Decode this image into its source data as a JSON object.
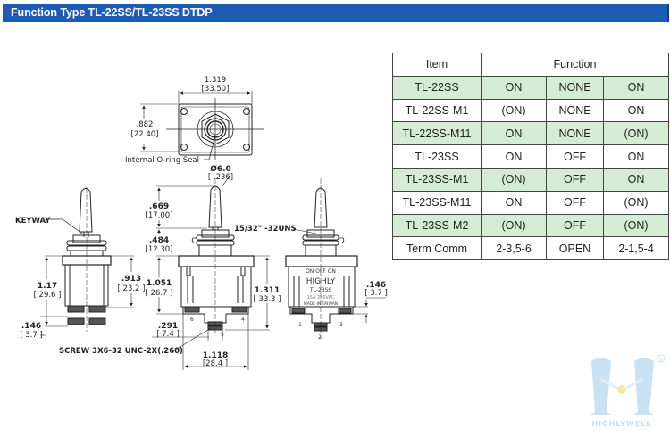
{
  "header": {
    "title": "Function Type TL-22SS/TL-23SS DTDP",
    "bar_color": "#1f5bb5"
  },
  "table": {
    "headers": {
      "item": "Item",
      "function": "Function"
    },
    "row_highlight_color": "#d5ecd4",
    "rows": [
      {
        "item": "TL-22SS",
        "pos1": "ON",
        "pos2": "NONE",
        "pos3": "ON",
        "highlight": true
      },
      {
        "item": "TL-22SS-M1",
        "pos1": "(ON)",
        "pos2": "NONE",
        "pos3": "ON",
        "highlight": false
      },
      {
        "item": "TL-22SS-M11",
        "pos1": "ON",
        "pos2": "NONE",
        "pos3": "(ON)",
        "highlight": true
      },
      {
        "item": "TL-23SS",
        "pos1": "ON",
        "pos2": "OFF",
        "pos3": "ON",
        "highlight": false
      },
      {
        "item": "TL-23SS-M1",
        "pos1": "(ON)",
        "pos2": "OFF",
        "pos3": "ON",
        "highlight": true
      },
      {
        "item": "TL-23SS-M11",
        "pos1": "ON",
        "pos2": "OFF",
        "pos3": "(ON)",
        "highlight": false
      },
      {
        "item": "TL-23SS-M2",
        "pos1": "(ON)",
        "pos2": "OFF",
        "pos3": "(ON)",
        "highlight": true
      },
      {
        "item": "Term Comm",
        "pos1": "2-3,5-6",
        "pos2": "OPEN",
        "pos3": "2-1,5-4",
        "highlight": false
      }
    ]
  },
  "drawing": {
    "top_view": {
      "width_in": "1.319",
      "width_mm": "[33.50]",
      "height_in": ".882",
      "height_mm": "[22.40]",
      "note": "Internal O-ring Seal"
    },
    "side_view": {
      "keyway": "KEYWAY",
      "height_in": "1.17",
      "height_mm": "[ 29.6 ]",
      "body_in": ".913",
      "body_mm": "[ 23.2 ]",
      "terminal_in": ".146",
      "terminal_mm": "[ 3.7 ]"
    },
    "front_view": {
      "tip_dia": "Ø6.0",
      "tip_dia_in": "[ .236]",
      "lever_in": ".669",
      "lever_mm": "[17.00]",
      "bushing_in": ".484",
      "bushing_mm": "[12.30]",
      "thread": "15/32\" -32UNS",
      "body_in": "1.051",
      "body_mm": "[ 26.7 ]",
      "total_in": "1.311",
      "total_mm": "[ 33.3 ]",
      "term_offset_in": ".291",
      "term_offset_mm": "[ 7.4 ]",
      "width_in": "1.118",
      "width_mm": "[28.4 ]",
      "screw_note": "SCREW 3X6-32 UNC-2X(.260)",
      "terminals": [
        "6",
        "5",
        "4"
      ]
    },
    "rear_view": {
      "label_positions": "ON  OFF  ON",
      "brand": "HIGHLY",
      "model": "TL-23SS",
      "rating": "15A 250VAC",
      "origin": "MADE IN TAIWAN",
      "terminal_in": ".146",
      "terminal_mm": "[ 3.7 ]",
      "terminals": [
        "1",
        "2",
        "3"
      ]
    }
  },
  "logo": {
    "text": "HIGHLYWELL",
    "registered": "®"
  }
}
